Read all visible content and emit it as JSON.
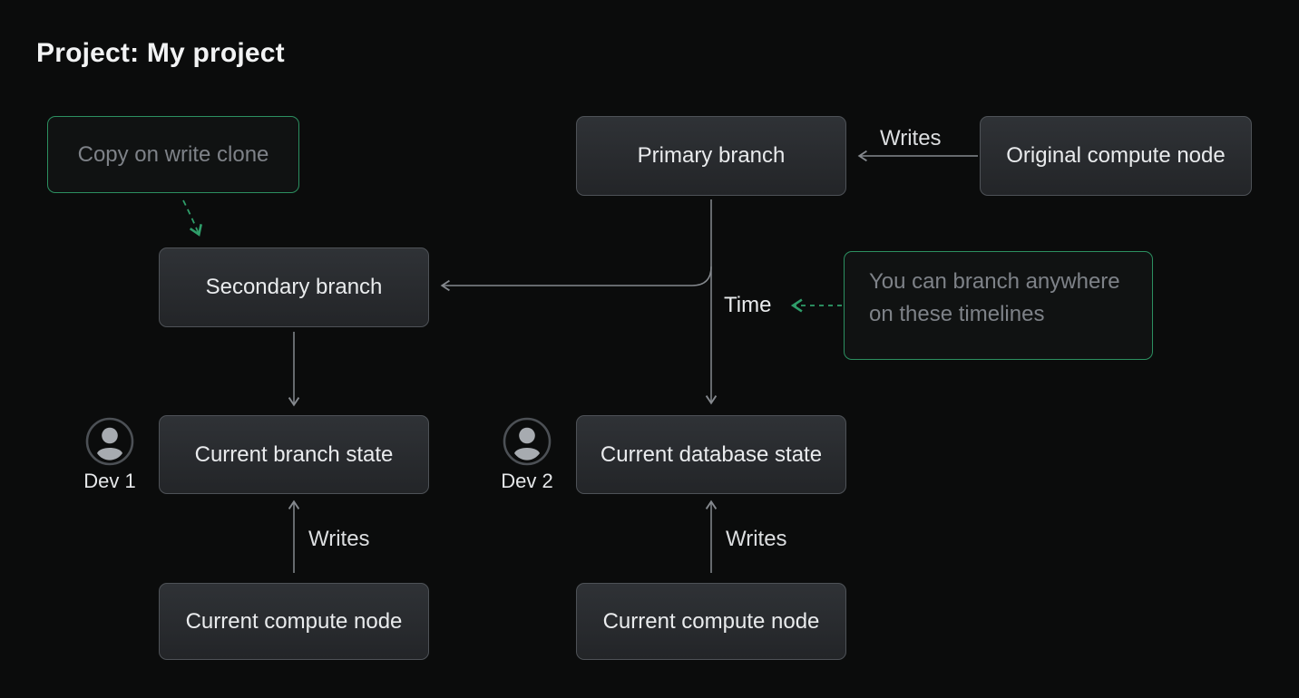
{
  "title": "Project: My project",
  "nodes": {
    "copy_on_write": {
      "label": "Copy on write clone"
    },
    "primary_branch": {
      "label": "Primary branch"
    },
    "original_compute": {
      "label": "Original compute node"
    },
    "secondary_branch": {
      "label": "Secondary branch"
    },
    "branch_note": {
      "line1": "You can branch anywhere",
      "line2": "on these timelines"
    },
    "current_branch_state": {
      "label": "Current branch state"
    },
    "current_database_state": {
      "label": "Current database state"
    },
    "current_compute_left": {
      "label": "Current compute node"
    },
    "current_compute_right": {
      "label": "Current compute node"
    }
  },
  "edges": {
    "writes_top": {
      "label": "Writes"
    },
    "writes_left": {
      "label": "Writes"
    },
    "writes_right": {
      "label": "Writes"
    },
    "time": {
      "label": "Time"
    }
  },
  "actors": {
    "dev1": {
      "label": "Dev 1"
    },
    "dev2": {
      "label": "Dev 2"
    }
  },
  "icons": {
    "dev1_avatar": "person-icon",
    "dev2_avatar": "person-icon"
  },
  "colors": {
    "background": "#0b0c0c",
    "node_fill_top": "#2f3236",
    "node_fill_bottom": "#232528",
    "node_border": "#4e5257",
    "accent_green": "#2f9e6a",
    "line_gray": "#85898e",
    "text_primary": "#e9ebed",
    "text_muted": "#7e8288"
  }
}
